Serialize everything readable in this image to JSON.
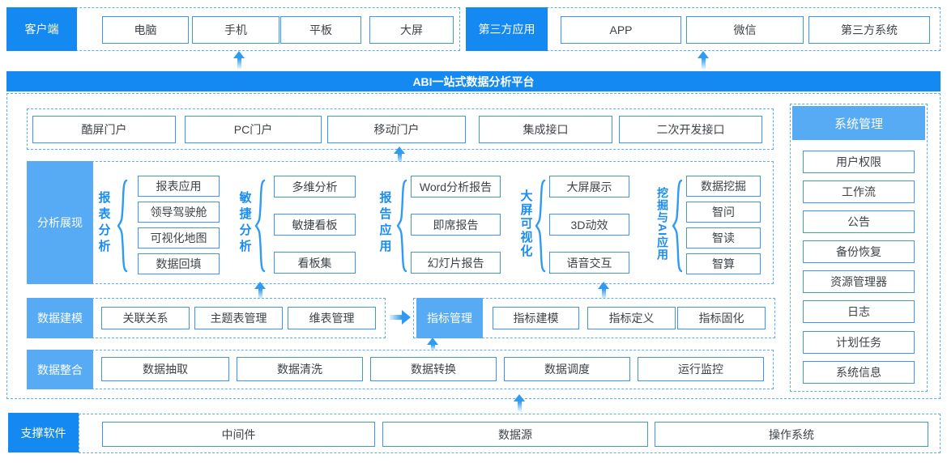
{
  "banner": {
    "title": "ABI一站式数据分析平台"
  },
  "client": {
    "label": "客户端",
    "items": [
      "电脑",
      "手机",
      "平板",
      "大屏"
    ]
  },
  "third_party": {
    "label": "第三方应用",
    "items": [
      "APP",
      "微信",
      "第三方系统"
    ]
  },
  "portals": {
    "items": [
      "酷屏门户",
      "PC门户",
      "移动门户",
      "集成接口",
      "二次开发接口"
    ]
  },
  "analysis": {
    "label": "分析展现",
    "groups": [
      {
        "name": "报表分析",
        "items": [
          "报表应用",
          "领导驾驶舱",
          "可视化地图",
          "数据回填"
        ]
      },
      {
        "name": "敏捷分析",
        "items": [
          "多维分析",
          "敏捷看板",
          "看板集"
        ]
      },
      {
        "name": "报告应用",
        "items": [
          "Word分析报告",
          "即席报告",
          "幻灯片报告"
        ]
      },
      {
        "name": "大屏可视化",
        "items": [
          "大屏展示",
          "3D动效",
          "语音交互"
        ]
      },
      {
        "name": "挖掘与AI应用",
        "items": [
          "数据挖掘",
          "智问",
          "智读",
          "智算"
        ]
      }
    ]
  },
  "modeling": {
    "label": "数据建模",
    "items": [
      "关联关系",
      "主题表管理",
      "维表管理"
    ]
  },
  "indicator": {
    "label": "指标管理",
    "items": [
      "指标建模",
      "指标定义",
      "指标固化"
    ]
  },
  "integration": {
    "label": "数据整合",
    "items": [
      "数据抽取",
      "数据清洗",
      "数据转换",
      "数据调度",
      "运行监控"
    ]
  },
  "system": {
    "label": "系统管理",
    "items": [
      "用户权限",
      "工作流",
      "公告",
      "备份恢复",
      "资源管理器",
      "日志",
      "计划任务",
      "系统信息"
    ]
  },
  "support": {
    "label": "支撑软件",
    "items": [
      "中间件",
      "数据源",
      "操作系统"
    ]
  },
  "colors": {
    "primary_blue": "#1489F2",
    "secondary_blue": "#57AAF4",
    "dashed_border": "#5BACF3",
    "box_border": "#3D95EC",
    "item_text": "#3E4348",
    "arrow_blue": "#2F9BF3"
  }
}
